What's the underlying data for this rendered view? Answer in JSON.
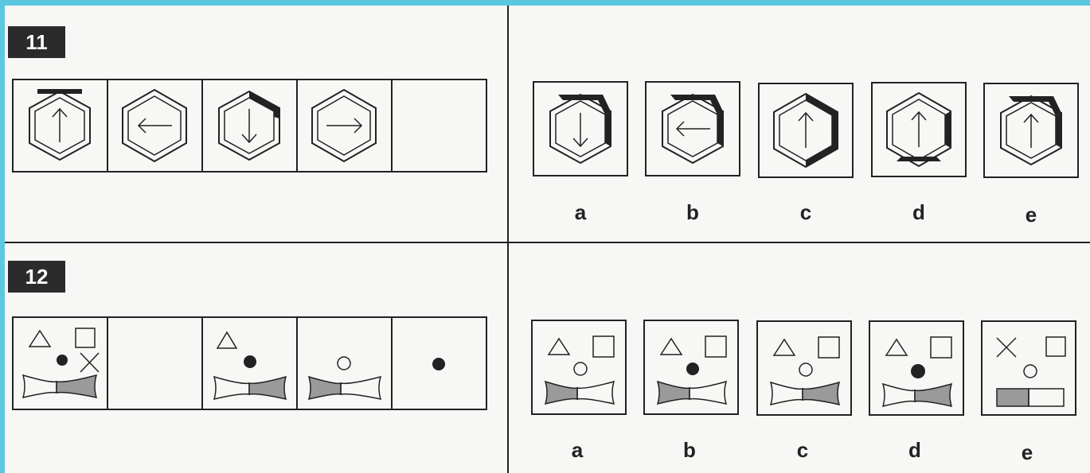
{
  "questions": [
    {
      "number": "11",
      "option_labels": [
        "a",
        "b",
        "c",
        "d",
        "e"
      ],
      "sequence": [
        {
          "icon": "hexagon-arrow-up-icon",
          "arrow": "up"
        },
        {
          "icon": "hexagon-arrow-left-icon",
          "arrow": "left"
        },
        {
          "icon": "hexagon-arrow-down-icon",
          "arrow": "down"
        },
        {
          "icon": "hexagon-arrow-right-icon",
          "arrow": "right"
        },
        {
          "icon": "empty",
          "arrow": null
        }
      ],
      "options": [
        {
          "label": "a",
          "arrow": "down"
        },
        {
          "label": "b",
          "arrow": "left"
        },
        {
          "label": "c",
          "arrow": "up"
        },
        {
          "label": "d",
          "arrow": "up"
        },
        {
          "label": "e",
          "arrow": "up"
        }
      ]
    },
    {
      "number": "12",
      "option_labels": [
        "a",
        "b",
        "c",
        "d",
        "e"
      ],
      "sequence": [
        {
          "shapes": [
            "triangle",
            "square",
            "filled-circle",
            "cross",
            "bowtie"
          ]
        },
        {
          "shapes": []
        },
        {
          "shapes": [
            "triangle",
            "filled-circle",
            "bowtie"
          ]
        },
        {
          "shapes": [
            "open-circle",
            "bowtie"
          ]
        },
        {
          "shapes": [
            "filled-circle"
          ]
        }
      ],
      "options": [
        {
          "label": "a",
          "shapes": [
            "triangle",
            "square",
            "open-circle",
            "bowtie"
          ]
        },
        {
          "label": "b",
          "shapes": [
            "triangle",
            "square",
            "filled-circle",
            "bowtie"
          ]
        },
        {
          "label": "c",
          "shapes": [
            "triangle",
            "square",
            "open-circle",
            "bowtie"
          ]
        },
        {
          "label": "d",
          "shapes": [
            "triangle",
            "square",
            "filled-circle",
            "bowtie"
          ]
        },
        {
          "label": "e",
          "shapes": [
            "cross",
            "square",
            "open-circle",
            "rectangle"
          ]
        }
      ]
    }
  ]
}
